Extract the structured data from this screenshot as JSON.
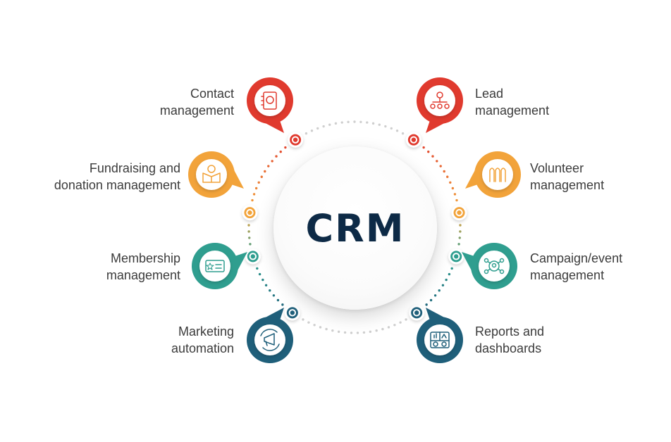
{
  "center": {
    "title": "CRM"
  },
  "colors": {
    "red": "#e03a2e",
    "orange": "#f2a33a",
    "teal": "#2f9e8f",
    "navy": "#1f5f7a",
    "dots": "#cfcfcf",
    "text": "#3b3b3b",
    "title": "#0d2a46"
  },
  "items": [
    {
      "id": "contact",
      "side": "left",
      "color": "red",
      "icon": "address-book-icon",
      "lines": [
        "Contact",
        "management"
      ]
    },
    {
      "id": "fundraising",
      "side": "left",
      "color": "orange",
      "icon": "donation-box-icon",
      "lines": [
        "Fundraising and",
        "donation management"
      ]
    },
    {
      "id": "membership",
      "side": "left",
      "color": "teal",
      "icon": "membership-card-icon",
      "lines": [
        "Membership",
        "management"
      ]
    },
    {
      "id": "marketing",
      "side": "left",
      "color": "navy",
      "icon": "megaphone-icon",
      "lines": [
        "Marketing",
        "automation"
      ]
    },
    {
      "id": "lead",
      "side": "right",
      "color": "red",
      "icon": "lead-network-icon",
      "lines": [
        "Lead",
        "management"
      ]
    },
    {
      "id": "volunteer",
      "side": "right",
      "color": "orange",
      "icon": "raised-hands-icon",
      "lines": [
        "Volunteer",
        "management"
      ]
    },
    {
      "id": "campaign",
      "side": "right",
      "color": "teal",
      "icon": "campaign-target-icon",
      "lines": [
        "Campaign/event",
        "management"
      ]
    },
    {
      "id": "reports",
      "side": "right",
      "color": "navy",
      "icon": "dashboard-icon",
      "lines": [
        "Reports and",
        "dashboards"
      ]
    }
  ]
}
